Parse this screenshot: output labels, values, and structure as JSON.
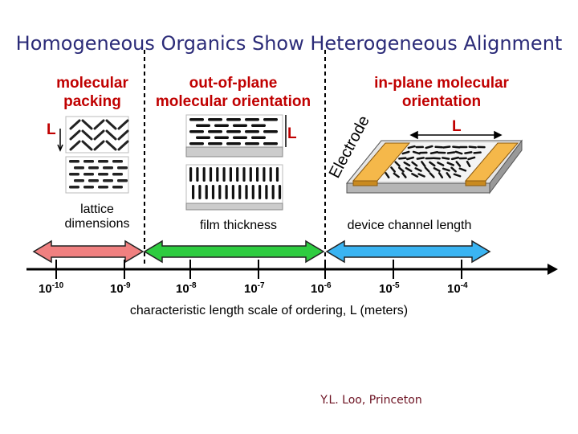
{
  "title": "Homogeneous Organics Show Heterogeneous Alignment",
  "headers": {
    "packing": [
      "molecular",
      "packing"
    ],
    "out_of_plane": [
      "out-of-plane",
      "molecular orientation"
    ],
    "in_plane": [
      "in-plane molecular",
      "orientation"
    ]
  },
  "l_symbol": "L",
  "electrode_label": "Electrode",
  "scale_labels": {
    "lattice": [
      "lattice",
      "dimensions"
    ],
    "film": "film thickness",
    "device": "device channel length"
  },
  "ticks": [
    {
      "base": "10",
      "exp": "-10"
    },
    {
      "base": "10",
      "exp": "-9"
    },
    {
      "base": "10",
      "exp": "-8"
    },
    {
      "base": "10",
      "exp": "-7"
    },
    {
      "base": "10",
      "exp": "-6"
    },
    {
      "base": "10",
      "exp": "-5"
    },
    {
      "base": "10",
      "exp": "-4"
    }
  ],
  "axis_label": "characteristic length scale of ordering, L (meters)",
  "credit": "Y.L. Loo, Princeton",
  "colors": {
    "title": "#2b2b78",
    "header": "#c00000",
    "range_red": "#f08080",
    "range_green": "#2ecc40",
    "range_blue": "#3ab4f2",
    "electrode": "#f5b84a"
  }
}
